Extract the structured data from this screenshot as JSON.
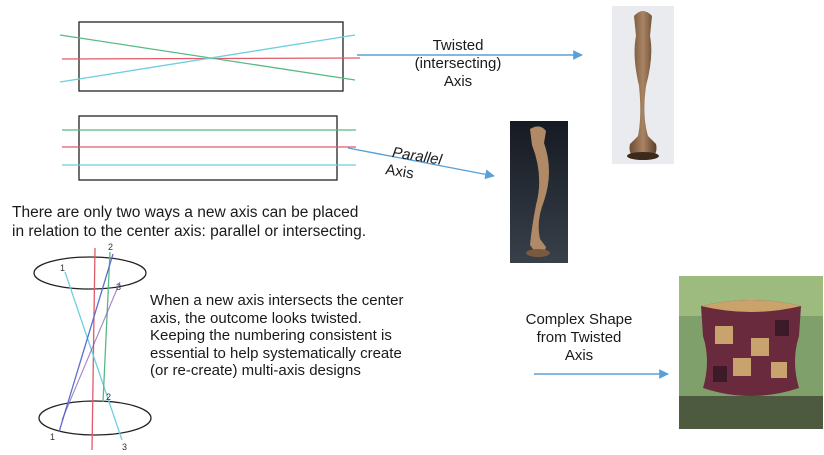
{
  "labels": {
    "twisted": [
      "Twisted",
      "(intersecting)",
      "Axis"
    ],
    "parallel": [
      "Parallel",
      "Axis"
    ],
    "complex": [
      "Complex Shape",
      "from Twisted",
      "Axis"
    ]
  },
  "statement": [
    "There are only two ways a new axis can be placed",
    "in relation to the center axis: parallel or intersecting."
  ],
  "description": [
    "When a new axis intersects the center",
    "axis, the outcome looks twisted.",
    "Keeping the numbering consistent is",
    "essential to help systematically create",
    "(or re-create) multi-axis designs"
  ],
  "cylinder_numbers": {
    "top": [
      "1",
      "2",
      "3"
    ],
    "bottom": [
      "1",
      "2",
      "3"
    ]
  },
  "colors": {
    "red_axis": "#e05a6a",
    "green_axis": "#59b985",
    "cyan_axis": "#6fcfe0",
    "blue_axis": "#5b6fd0",
    "purple_axis": "#7a4fb0",
    "arrow": "#5aa0d8",
    "box": "#222222"
  }
}
